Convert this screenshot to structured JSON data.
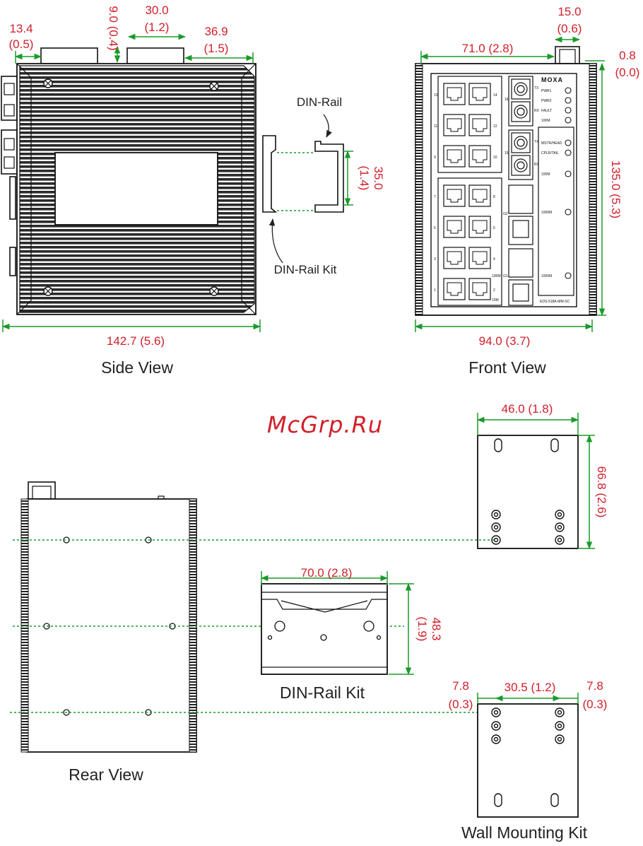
{
  "watermark": "McGrp.Ru",
  "side_view": {
    "caption": "Side View",
    "dims": {
      "top_left_mm": "13.4",
      "top_left_in": "(0.5)",
      "top_gap": "9.0 (0.4)",
      "top_mid_mm": "30.0",
      "top_mid_in": "(1.2)",
      "top_right_mm": "36.9",
      "top_right_in": "(1.5)",
      "width": "142.7 (5.6)",
      "rail_height_mm": "35.0",
      "rail_height_in": "(1.4)"
    },
    "labels": {
      "din_rail": "DIN-Rail",
      "din_rail_kit": "DIN-Rail Kit"
    }
  },
  "front_view": {
    "caption": "Front View",
    "dims": {
      "top_width": "71.0 (2.8)",
      "top_right_mm": "15.0",
      "top_right_in": "(0.6)",
      "offset_mm": "0.8",
      "offset_in": "(0.0)",
      "height": "135.0 (5.3)",
      "width": "94.0 (3.7)"
    },
    "panel": {
      "brand": "MOXA",
      "model": "EDS-518A-MM-SC",
      "leds": [
        "PWR1",
        "PWR2",
        "FAULT",
        "100M"
      ],
      "leds2": [
        "MSTR/HEAD",
        "CPLR/TAIL",
        "100M",
        "1000M",
        "1000M"
      ],
      "port_numbers_left": [
        "13",
        "11",
        "9",
        "7",
        "5",
        "3",
        "1"
      ],
      "port_numbers_right": [
        "14",
        "12",
        "10",
        "8",
        "6",
        "4",
        "2"
      ],
      "fiber_labels": [
        "16",
        "15",
        "TX",
        "RX",
        "TX",
        "RX"
      ],
      "gig_labels": [
        "G2",
        "G1"
      ],
      "speed_labels": [
        "100M",
        "10M"
      ]
    }
  },
  "rear_view": {
    "caption": "Rear View"
  },
  "din_rail_kit": {
    "caption": "DIN-Rail Kit",
    "dims": {
      "width": "70.0 (2.8)",
      "height_mm": "48.3",
      "height_in": "(1.9)"
    }
  },
  "wall_kit_top": {
    "dims": {
      "width": "46.0 (1.8)",
      "height": "66.8 (2.6)"
    }
  },
  "wall_mounting_kit": {
    "caption": "Wall Mounting Kit",
    "dims": {
      "left_mm": "7.8",
      "left_in": "(0.3)",
      "mid": "30.5 (1.2)",
      "right_mm": "7.8",
      "right_in": "(0.3)"
    }
  },
  "colors": {
    "dimension": "#d0202a",
    "guide": "#1a9a2a",
    "outline": "#111111"
  }
}
